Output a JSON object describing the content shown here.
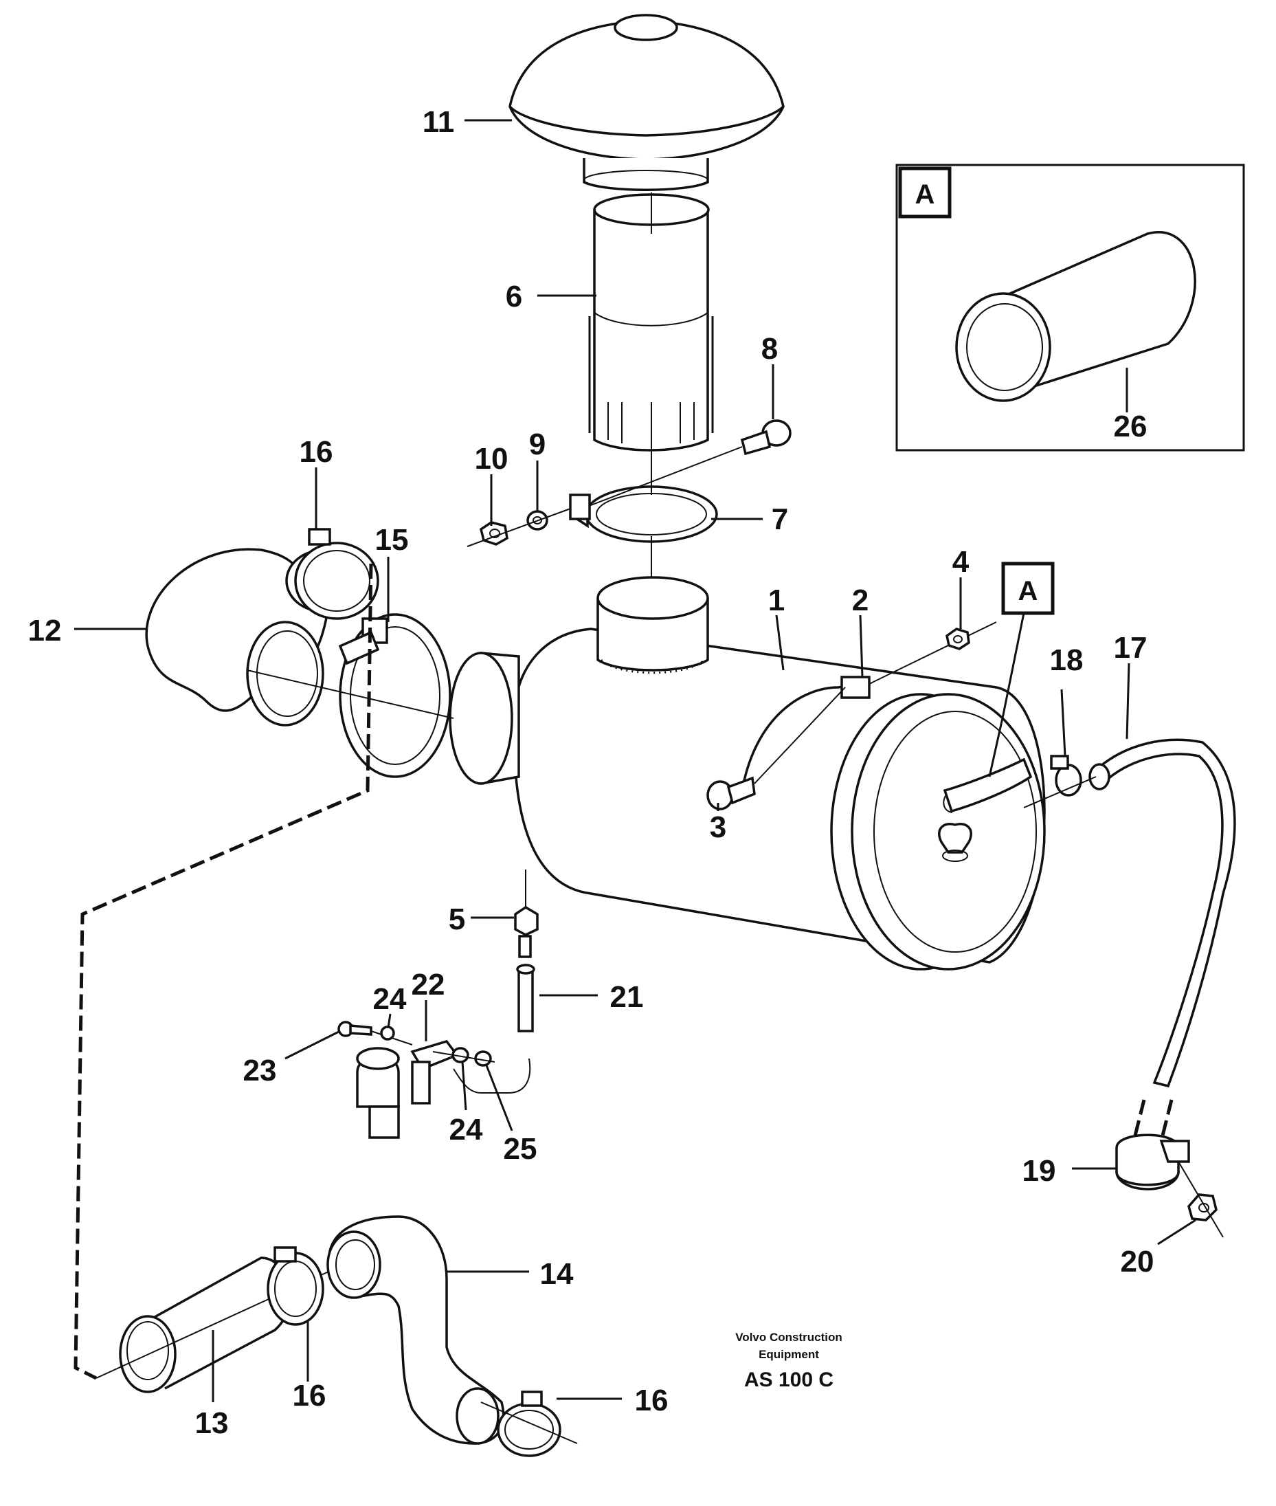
{
  "callouts": {
    "c1": "1",
    "c2": "2",
    "c3": "3",
    "c4": "4",
    "c5": "5",
    "c6": "6",
    "c7": "7",
    "c8": "8",
    "c9": "9",
    "c10": "10",
    "c11": "11",
    "c12": "12",
    "c13": "13",
    "c14": "14",
    "c15": "15",
    "c16a": "16",
    "c16b": "16",
    "c16c": "16",
    "c17": "17",
    "c18": "18",
    "c19": "19",
    "c20": "20",
    "c21": "21",
    "c22": "22",
    "c23": "23",
    "c24a": "24",
    "c24b": "24",
    "c25": "25",
    "c26": "26"
  },
  "detail_view": {
    "tag": "A"
  },
  "detail_marker": {
    "tag": "A"
  },
  "footer": {
    "line1": "Volvo Construction",
    "line2": "Equipment",
    "model": "AS 100 C"
  }
}
